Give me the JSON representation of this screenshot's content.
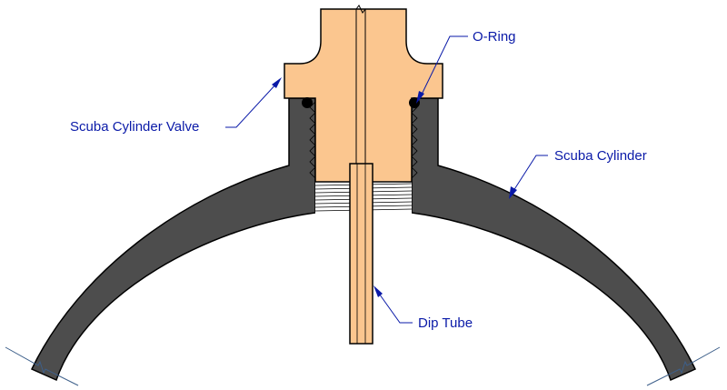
{
  "labels": {
    "o_ring": "O-Ring",
    "valve": "Scuba Cylinder Valve",
    "cylinder": "Scuba Cylinder",
    "dip_tube": "Dip Tube"
  },
  "colors": {
    "cylinder_wall": "#4d4d4d",
    "valve_body": "#fbc68f",
    "o_ring": "#000000",
    "threads": "#ffffff",
    "dip_tube": "#fbc68f",
    "label": "#0a1aa8",
    "outline": "#000000"
  }
}
